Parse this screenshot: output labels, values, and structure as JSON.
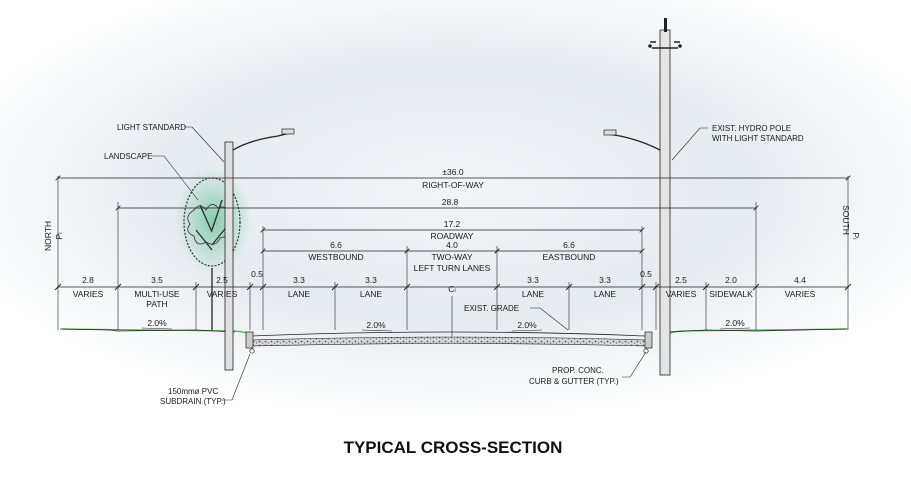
{
  "title": "TYPICAL CROSS-SECTION",
  "callouts": {
    "light_standard": "LIGHT STANDARD",
    "landscape": "LANDSCAPE",
    "hydro_pole_1": "EXIST. HYDRO POLE",
    "hydro_pole_2": "WITH LIGHT STANDARD",
    "subdrain_1": "150mmø PVC",
    "subdrain_2": "SUBDRAIN (TYP.)",
    "curb_1": "PROP. CONC.",
    "curb_2": "CURB & GUTTER (TYP.)",
    "exist_grade": "EXIST. GRADE"
  },
  "directions": {
    "north": "NORTH",
    "south": "SOUTH",
    "pl": "Pₗ"
  },
  "dimensions": {
    "row": {
      "value": "±36.0",
      "label": "RIGHT-OF-WAY"
    },
    "inner": {
      "value": "28.8"
    },
    "roadway": {
      "value": "17.2",
      "label": "ROADWAY"
    },
    "westbound": {
      "value": "6.6",
      "label": "WESTBOUND"
    },
    "twltl": {
      "value": "4.0",
      "label1": "TWO-WAY",
      "label2": "LEFT TURN LANES"
    },
    "eastbound": {
      "value": "6.6",
      "label": "EASTBOUND"
    },
    "centerline": "Cₗ"
  },
  "segments": [
    {
      "value": "2.8",
      "label": "VARIES"
    },
    {
      "value": "3.5",
      "label1": "MULTI-USE",
      "label2": "PATH"
    },
    {
      "value": "2.5",
      "label": "VARIES"
    },
    {
      "value": "0.5"
    },
    {
      "value": "3.3",
      "label": "LANE"
    },
    {
      "value": "3.3",
      "label": "LANE"
    },
    {
      "value": "3.3",
      "label": "LANE"
    },
    {
      "value": "3.3",
      "label": "LANE"
    },
    {
      "value": "0.5"
    },
    {
      "value": "2.5",
      "label": "VARIES"
    },
    {
      "value": "2.0",
      "label": "SIDEWALK"
    },
    {
      "value": "4.4",
      "label": "VARIES"
    }
  ],
  "slopes": [
    "2.0%",
    "2.0%",
    "2.0%",
    "2.0%"
  ]
}
